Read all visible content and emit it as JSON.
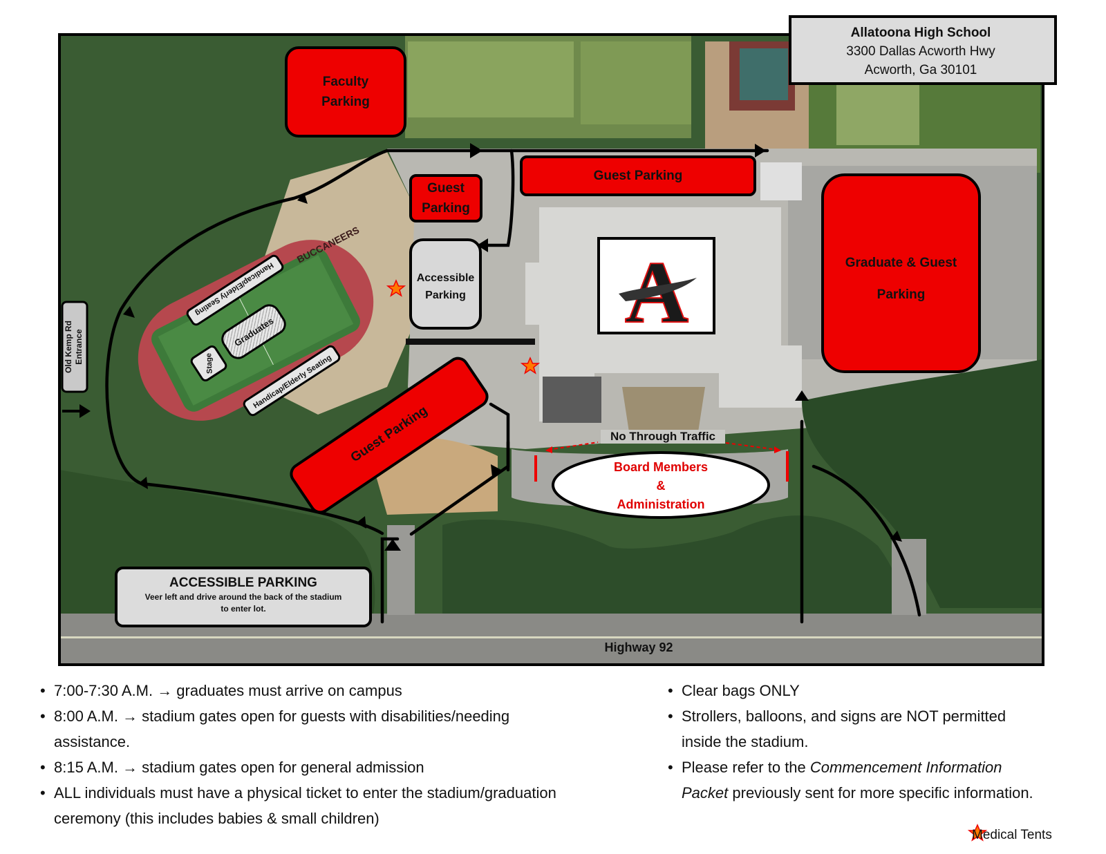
{
  "school": {
    "name": "Allatoona High School",
    "address_line1": "3300 Dallas Acworth Hwy",
    "address_line2": "Acworth, Ga 30101"
  },
  "zones": {
    "faculty_parking": [
      "Faculty",
      "Parking"
    ],
    "guest_parking_top": "Guest Parking",
    "guest_parking_small": [
      "Guest",
      "Parking"
    ],
    "accessible_parking": [
      "Accessible",
      "Parking"
    ],
    "graduate_guest_parking": [
      "Graduate & Guest",
      "Parking"
    ],
    "guest_parking_lower": "Guest Parking",
    "board_members": [
      "Board Members",
      "&",
      "Administration"
    ]
  },
  "labels": {
    "no_through_traffic": "No Through Traffic",
    "highway": "Highway 92",
    "entrance": [
      "Old Kemp Rd",
      "Entrance"
    ],
    "handicap_top": "Handicap/Elderly Seating",
    "handicap_bottom": "Handicap/Elderly Seating",
    "graduates": "Graduates",
    "stage": "Stage",
    "track_text": "BUCCANEERS"
  },
  "accessible_note": {
    "title": "ACCESSIBLE PARKING",
    "body_line1": "Veer left and drive around the back of the stadium",
    "body_line2": "to enter lot."
  },
  "logo_letter": "A",
  "notes_left": [
    [
      "7:00-7:30 A.M. → graduates must arrive on campus"
    ],
    [
      "8:00 A.M. → stadium gates open for guests with disabilities/needing",
      "assistance."
    ],
    [
      "8:15 A.M. → stadium gates open for general admission"
    ],
    [
      "ALL individuals must have a physical ticket to enter the stadium/graduation",
      "ceremony (this includes babies & small children)"
    ]
  ],
  "notes_right": [
    {
      "text": [
        "Clear bags ONLY"
      ]
    },
    {
      "text": [
        "Strollers, balloons, and signs are NOT permitted",
        "inside the stadium."
      ]
    },
    {
      "prefix": "Please refer to the ",
      "italic1": "Commencement Information",
      "italic2": "Packet",
      "suffix": " previously sent for more specific information."
    }
  ],
  "legend": {
    "icon": "medical-tent-star-icon",
    "label": "Medical Tents"
  },
  "colors": {
    "zone_red": "#ee0000",
    "grass": "#2e5a2a",
    "track": "#b6484e",
    "field": "#3d7a3a",
    "route": "#000000",
    "star": "#ff7a00"
  }
}
